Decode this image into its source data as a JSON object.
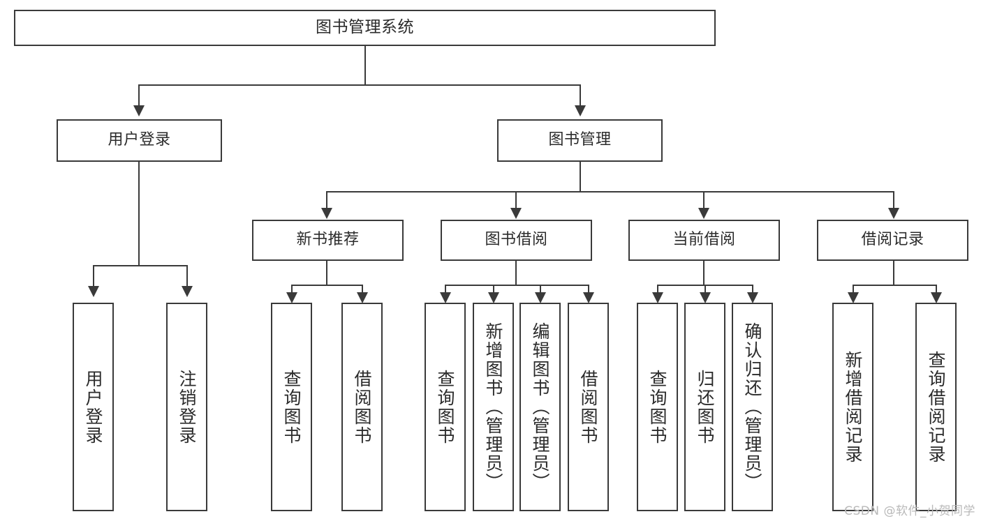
{
  "diagram": {
    "type": "tree-hierarchy",
    "title": "图书管理系统",
    "watermark": "CSDN @软件_小贺同学",
    "colors": {
      "stroke": "#3a3a3a",
      "fill": "#ffffff",
      "text": "#2b2b2b",
      "watermark": "#b9b9b9"
    },
    "nodes": {
      "root": {
        "label": "图书管理系统"
      },
      "level2": [
        {
          "id": "user-login",
          "label": "用户登录"
        },
        {
          "id": "book-management",
          "label": "图书管理"
        }
      ],
      "level3": [
        {
          "id": "new-book-recommend",
          "label": "新书推荐"
        },
        {
          "id": "book-borrow",
          "label": "图书借阅"
        },
        {
          "id": "current-borrow",
          "label": "当前借阅"
        },
        {
          "id": "borrow-record",
          "label": "借阅记录"
        }
      ],
      "leaves": {
        "user_login": [
          {
            "id": "leaf-user-login",
            "label": "用户登录"
          },
          {
            "id": "leaf-logout-login",
            "label": "注销登录"
          }
        ],
        "new_book_recommend": [
          {
            "id": "leaf-query-book-1",
            "label": "查询图书"
          },
          {
            "id": "leaf-borrow-book-1",
            "label": "借阅图书"
          }
        ],
        "book_borrow": [
          {
            "id": "leaf-query-book-2",
            "label": "查询图书"
          },
          {
            "id": "leaf-add-book",
            "label": "新增图书（管理员）"
          },
          {
            "id": "leaf-edit-book",
            "label": "编辑图书（管理员）"
          },
          {
            "id": "leaf-borrow-book-2",
            "label": "借阅图书"
          }
        ],
        "current_borrow": [
          {
            "id": "leaf-query-book-3",
            "label": "查询图书"
          },
          {
            "id": "leaf-return-book",
            "label": "归还图书"
          },
          {
            "id": "leaf-confirm-return",
            "label": "确认归还（管理员）"
          }
        ],
        "borrow_record": [
          {
            "id": "leaf-add-record",
            "label": "新增借阅记录"
          },
          {
            "id": "leaf-query-record",
            "label": "查询借阅记录"
          }
        ]
      }
    }
  }
}
